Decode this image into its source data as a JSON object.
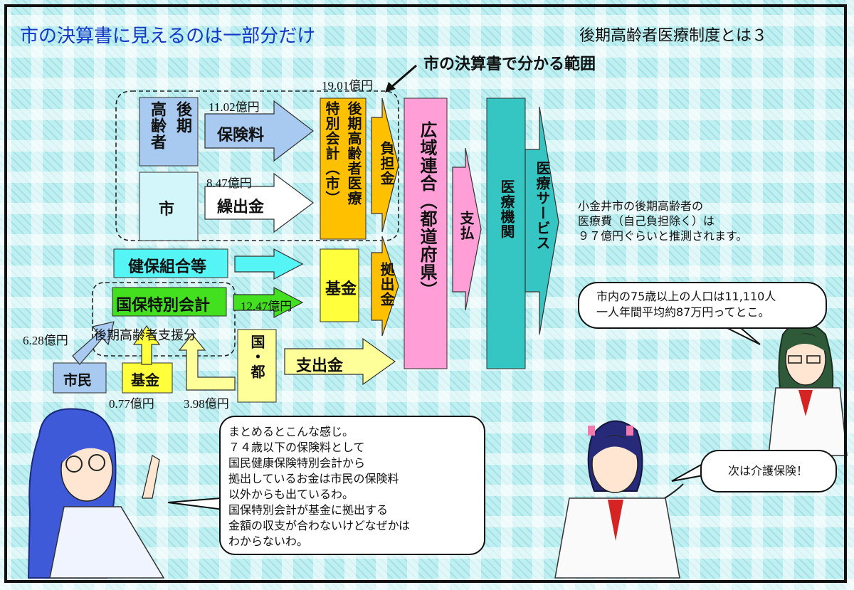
{
  "header": {
    "title": "市の決算書に見えるのは一部分だけ",
    "subtitle": "後期高齢者医療制度とは３"
  },
  "diagram": {
    "range_label": "市の決算書で分かる範囲",
    "total_amount": "19.01億円",
    "boxes": {
      "elderly": [
        "後期",
        "高齢者"
      ],
      "city": "市",
      "special_account": [
        "後期高齢者医療",
        "特別会計（市）"
      ],
      "kenpo": "健保組合等",
      "kokuho": "国保特別会計",
      "kokuho_support": "後期高齢者支援分",
      "fund_center": "基金",
      "koiki": "広域連合（都道府県）",
      "medical_institution": "医療機関",
      "citizen": "市民",
      "fund_bottom": "基金",
      "national": "国・都"
    },
    "arrows": {
      "insurance": "保険料",
      "transfer": "繰出金",
      "burden": "負担金",
      "contribution": "拠出金",
      "payment": "支払",
      "expenditure": "支出金",
      "medical_service": "医療サービス"
    },
    "amounts": {
      "insurance": "11.02億円",
      "transfer": "8.47億円",
      "kokuho": "12.47億円",
      "citizen": "6.28億円",
      "fund": "0.77億円",
      "national": "3.98億円"
    },
    "note": [
      "小金井市の後期高齢者の",
      "医療費（自己負担除く）は",
      "９７億円ぐらいと推測されます。"
    ]
  },
  "bubbles": {
    "left": [
      "まとめるとこんな感じ。",
      "７４歳以下の保険料として",
      "国民健康保険特別会計から",
      "拠出しているお金は市民の保険料",
      "以外からも出ているわ。",
      "国保特別会計が基金に拠出する",
      "金額の収支が合わないけどなぜかは",
      "わからないわ。"
    ],
    "top_right": [
      "市内の75歳以上の人口は11,110人",
      "一人年間平均約87万円ってとこ。"
    ],
    "bottom_right": "次は介護保険！"
  },
  "colors": {
    "blue_box": "#a8caf0",
    "light_cyan": "#d2f6fa",
    "orange": "#ffc000",
    "pink": "#ff9ed7",
    "teal": "#35c6c3",
    "yellow": "#ffff3c",
    "green": "#42e01e",
    "cyan": "#55f5f5",
    "light_yellow": "#ffff9a"
  }
}
